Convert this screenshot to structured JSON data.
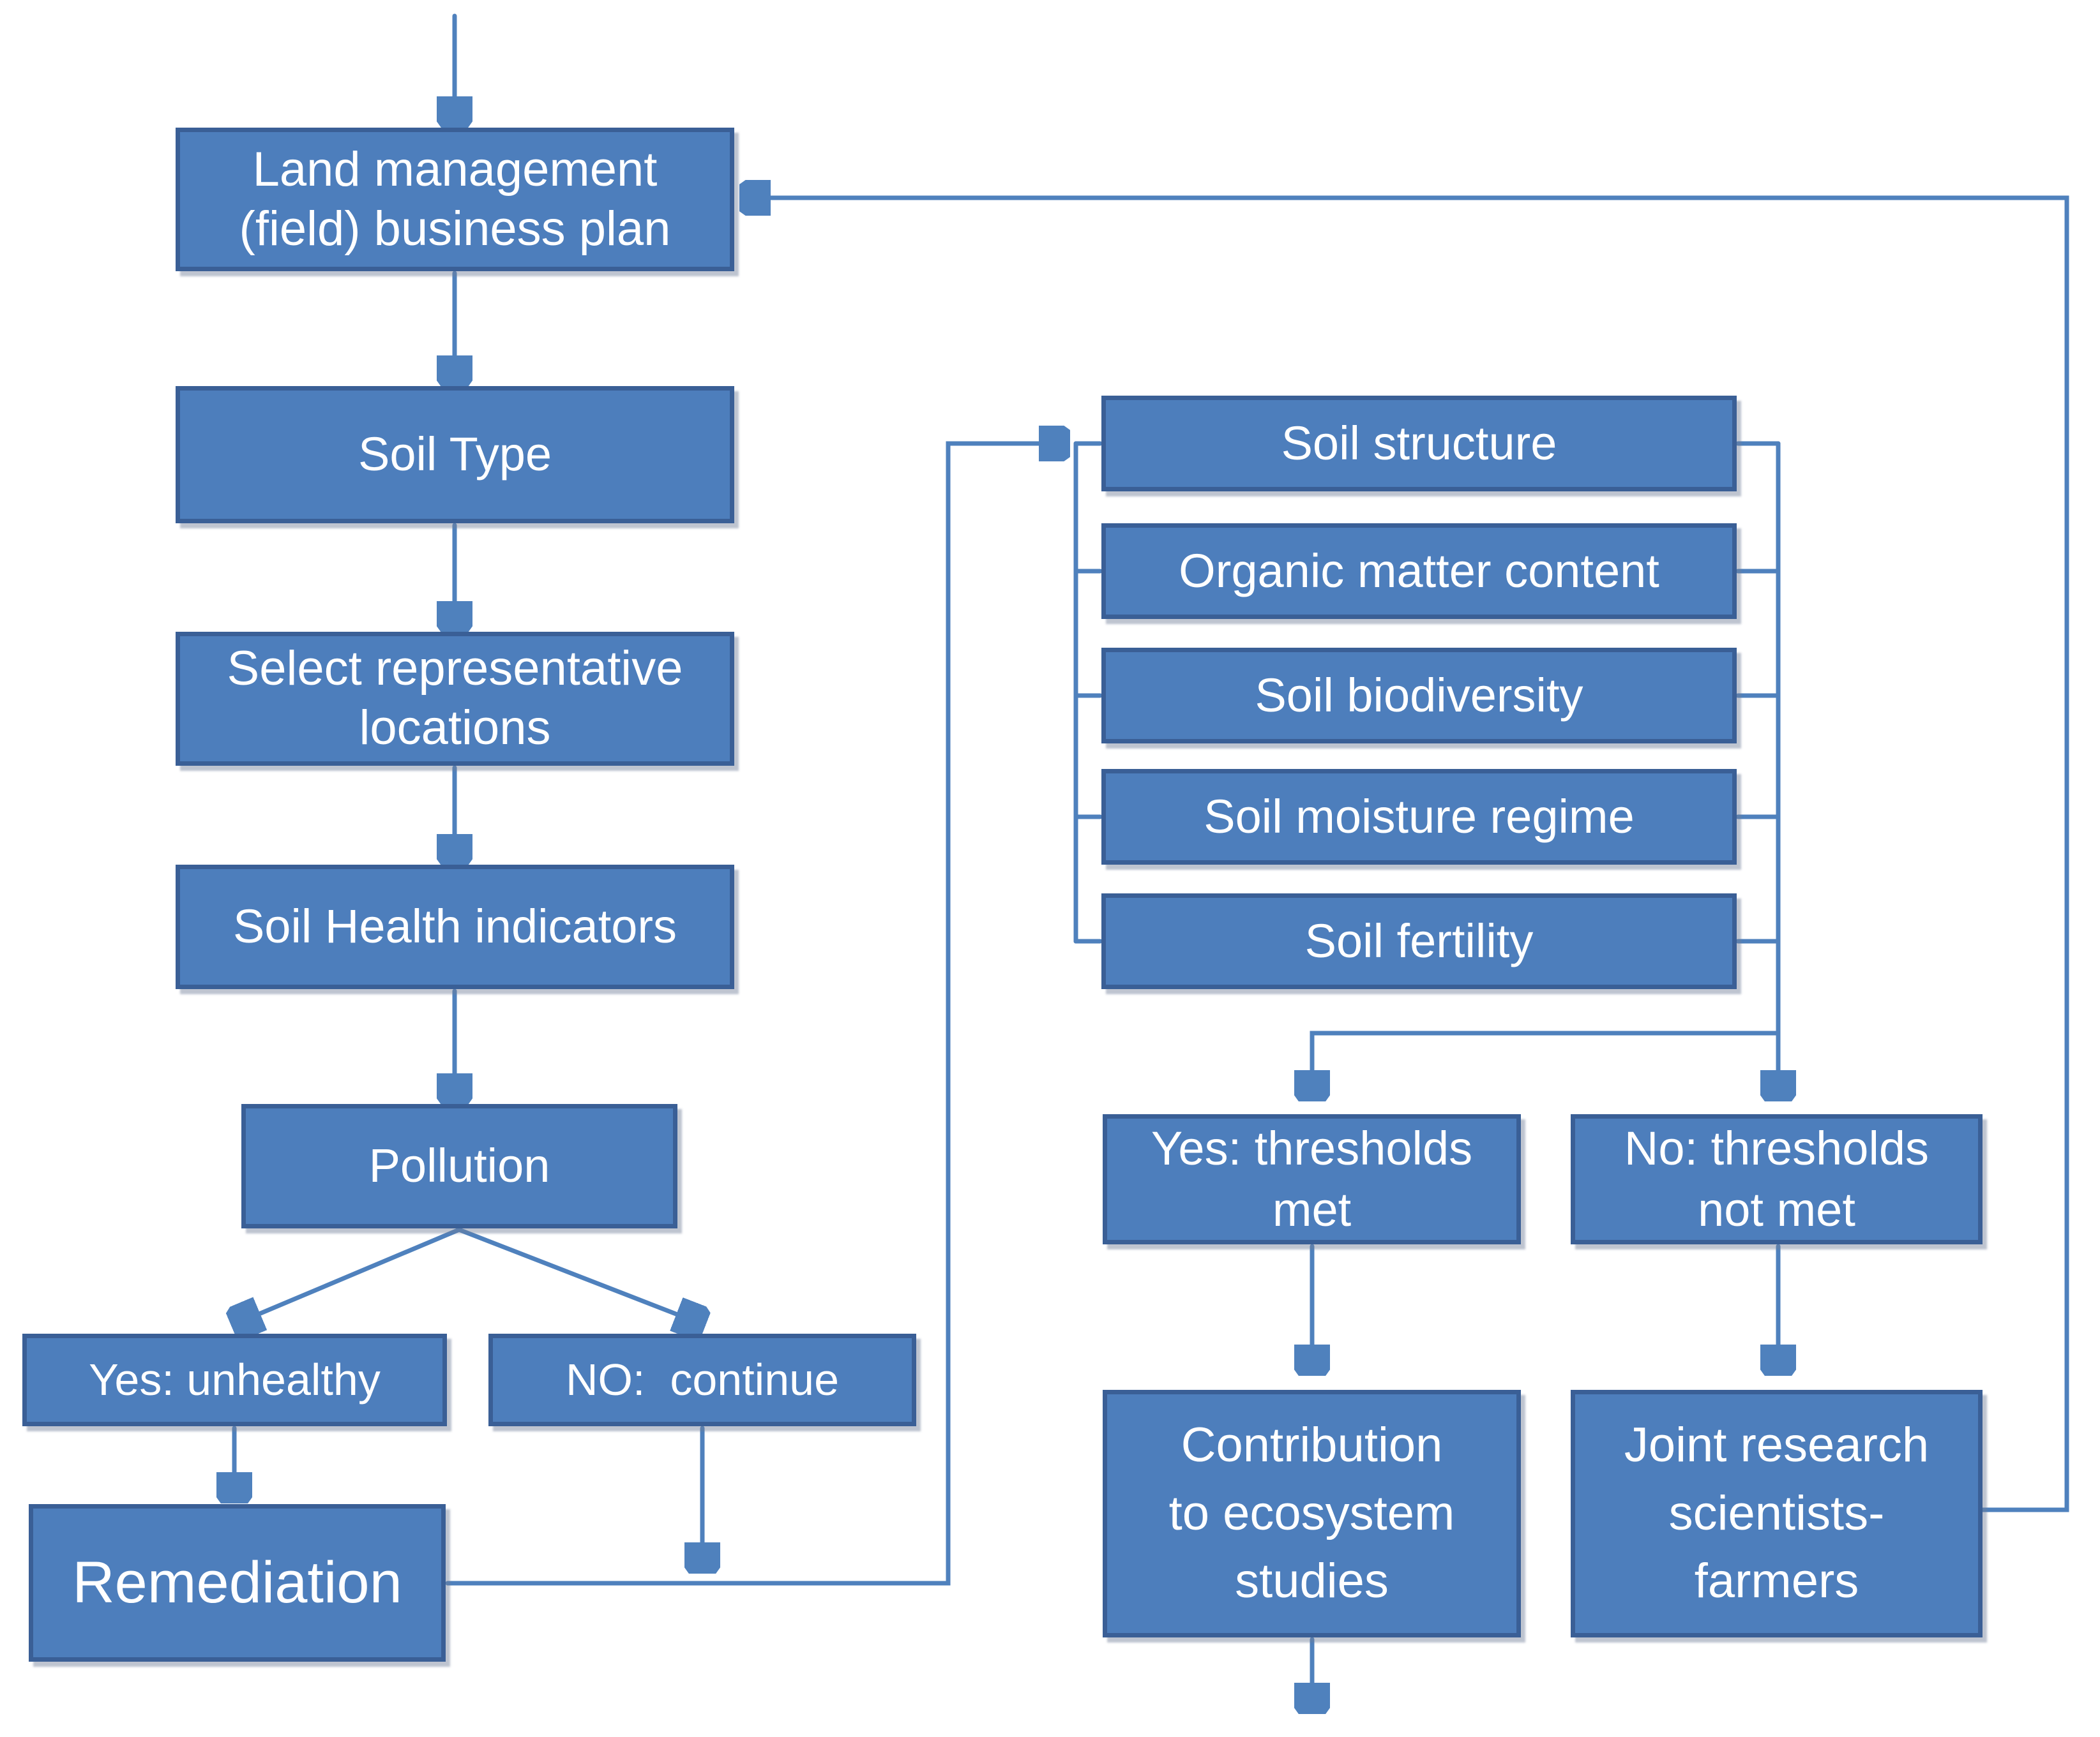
{
  "colors": {
    "box_fill": "#4d7ebc",
    "box_border": "#3a5f96",
    "line": "#4f81bd",
    "text": "#ffffff"
  },
  "nodes": {
    "land_management": {
      "label": "Land management\n(field) business plan"
    },
    "soil_type": {
      "label": "Soil Type"
    },
    "select_locations": {
      "label": "Select representative\nlocations"
    },
    "soil_health_indicators": {
      "label": "Soil Health indicators"
    },
    "pollution": {
      "label": "Pollution"
    },
    "yes_unhealthy": {
      "label": "Yes: unhealthy"
    },
    "no_continue": {
      "label": "NO:  continue"
    },
    "remediation": {
      "label": "Remediation"
    },
    "soil_structure": {
      "label": "Soil structure"
    },
    "organic_matter": {
      "label": "Organic matter content"
    },
    "soil_biodiversity": {
      "label": "Soil biodiversity"
    },
    "soil_moisture": {
      "label": "Soil moisture regime"
    },
    "soil_fertility": {
      "label": "Soil fertility"
    },
    "yes_thresholds": {
      "label": "Yes: thresholds\nmet"
    },
    "no_thresholds": {
      "label": "No: thresholds\nnot met"
    },
    "contribution": {
      "label": "Contribution\nto ecosystem\nstudies"
    },
    "joint_research": {
      "label": "Joint research\nscientists-\nfarmers"
    }
  }
}
